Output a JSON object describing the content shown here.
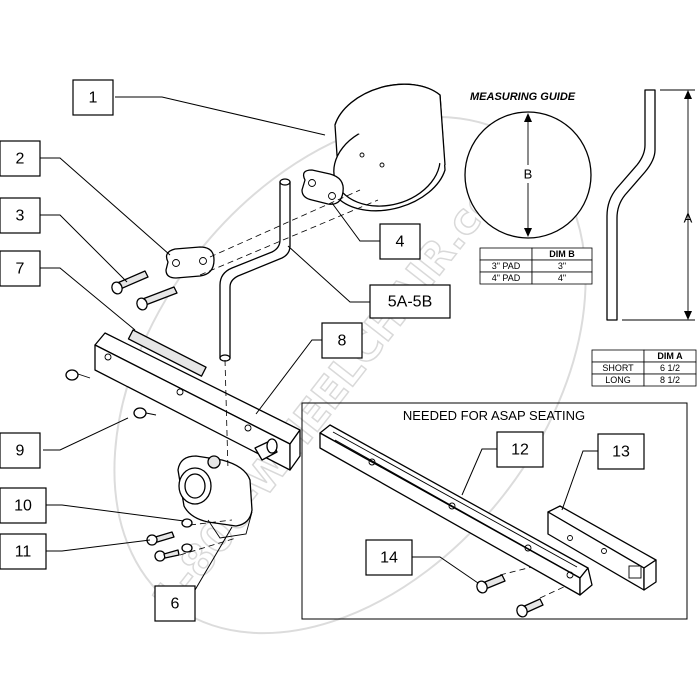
{
  "callouts": {
    "c1": "1",
    "c2": "2",
    "c3": "3",
    "c4": "4",
    "c5": "5A-5B",
    "c6": "6",
    "c7": "7",
    "c8": "8",
    "c9": "9",
    "c10": "10",
    "c11": "11",
    "c12": "12",
    "c13": "13",
    "c14": "14"
  },
  "measuring_guide": {
    "title": "MEASURING GUIDE",
    "dim_b_label": "B",
    "dim_a_label": "A",
    "pad_table": {
      "header": [
        "",
        "DIM B"
      ],
      "rows": [
        [
          "3\" PAD",
          "3\""
        ],
        [
          "4\" PAD",
          "4\""
        ]
      ]
    },
    "length_table": {
      "header": [
        "",
        "DIM A"
      ],
      "rows": [
        [
          "SHORT",
          "6 1/2"
        ],
        [
          "LONG",
          "8 1/2"
        ]
      ]
    }
  },
  "asap_section": {
    "title": "NEEDED FOR ASAP SEATING"
  },
  "watermark": {
    "text": "1-800-WHEELCHAIR.com"
  }
}
